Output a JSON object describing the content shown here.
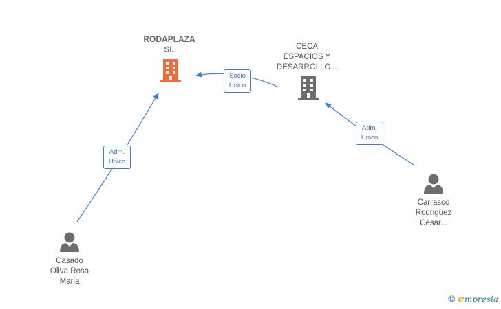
{
  "nodes": {
    "rodaplaza": {
      "lines": [
        "RODAPLAZA",
        "SL"
      ],
      "color": "#f26b3a"
    },
    "ceca": {
      "lines": [
        "CECA",
        "ESPACIOS Y",
        "DESARROLLO..."
      ],
      "color": "#6d6d6d"
    },
    "casado": {
      "lines": [
        "Casado",
        "Oliva Rosa",
        "Maria"
      ],
      "color": "#6d6d6d"
    },
    "carrasco": {
      "lines": [
        "Carrasco",
        "Rodriguez",
        "Cesar..."
      ],
      "color": "#6d6d6d"
    }
  },
  "relations": {
    "socio_unico": {
      "lines": [
        "Socio",
        "Único"
      ]
    },
    "adm_unico_casado": {
      "lines": [
        "Adm.",
        "Unico"
      ]
    },
    "adm_unico_carrasco": {
      "lines": [
        "Adm.",
        "Unico"
      ]
    }
  },
  "colors": {
    "edge": "#3a7bd5",
    "company_main": "#f26b3a",
    "company": "#6d6d6d",
    "person": "#6d6d6d"
  },
  "footer": {
    "copyright_symbol": "©",
    "brand_initial": "e",
    "brand_rest": "mpresia"
  }
}
